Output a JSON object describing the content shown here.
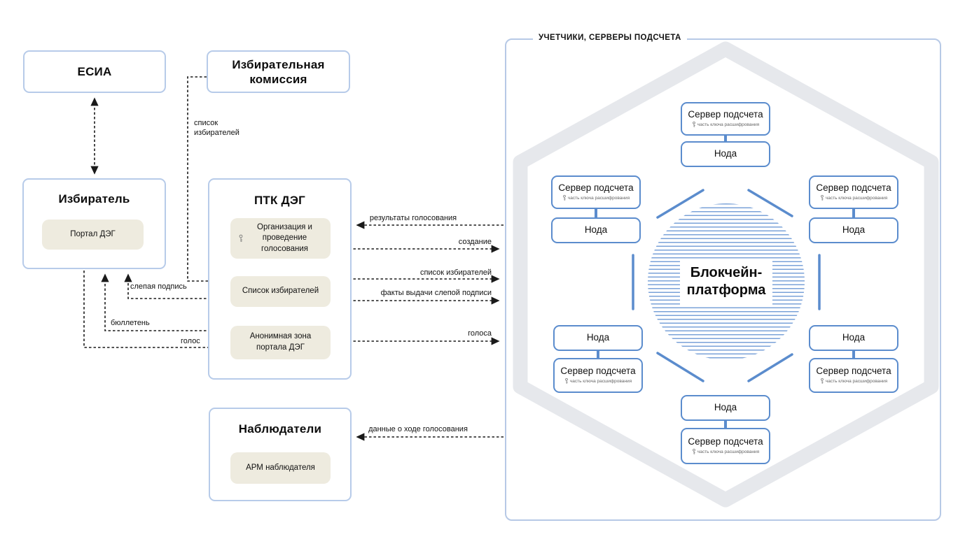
{
  "palette": {
    "box_border_light": "#b7cbe9",
    "panel_border": "#b7c9e6",
    "node_border_blue": "#5b8ccd",
    "connector_blue": "#5b8ccd",
    "sphere_stripe_blue": "#7aa2d8",
    "hexagon_gray": "#e6e8ec",
    "beige_fill": "#eeebdf",
    "arrow_black": "#1a1a1a"
  },
  "nodes": {
    "esia": {
      "label": "ЕСИА"
    },
    "commission": {
      "label": "Избирательная комиссия"
    },
    "voter": {
      "label": "Избиратель",
      "sub": "Портал ДЭГ"
    },
    "ptk": {
      "label": "ПТК ДЭГ",
      "items": [
        {
          "label": "Организация и проведение голосования",
          "key_icon": "key-icon"
        },
        {
          "label": "Список избирателей"
        },
        {
          "label": "Анонимная зона портала ДЭГ"
        }
      ]
    },
    "observers": {
      "label": "Наблюдатели",
      "sub": "АРМ наблюдателя"
    }
  },
  "edges": {
    "voters_list_left": "список избирателей",
    "blind_signature": "слепая подпись",
    "ballot": "бюллетень",
    "vote": "голос",
    "results": "результаты голосования",
    "creation": "создание",
    "voters_list_right": "список избирателей",
    "blind_signature_facts": "факты выдачи слепой подписи",
    "votes": "голоса",
    "progress_data": "данные о ходе голосования"
  },
  "panel": {
    "title": "УЧЕТЧИКИ, СЕРВЕРЫ ПОДСЧЕТА",
    "blockchain_label": "Блокчейн-платформа",
    "server_label": "Сервер подсчета",
    "server_sub": "часть ключа расшифрования",
    "node_label": "Нода",
    "pair_count": 6
  }
}
